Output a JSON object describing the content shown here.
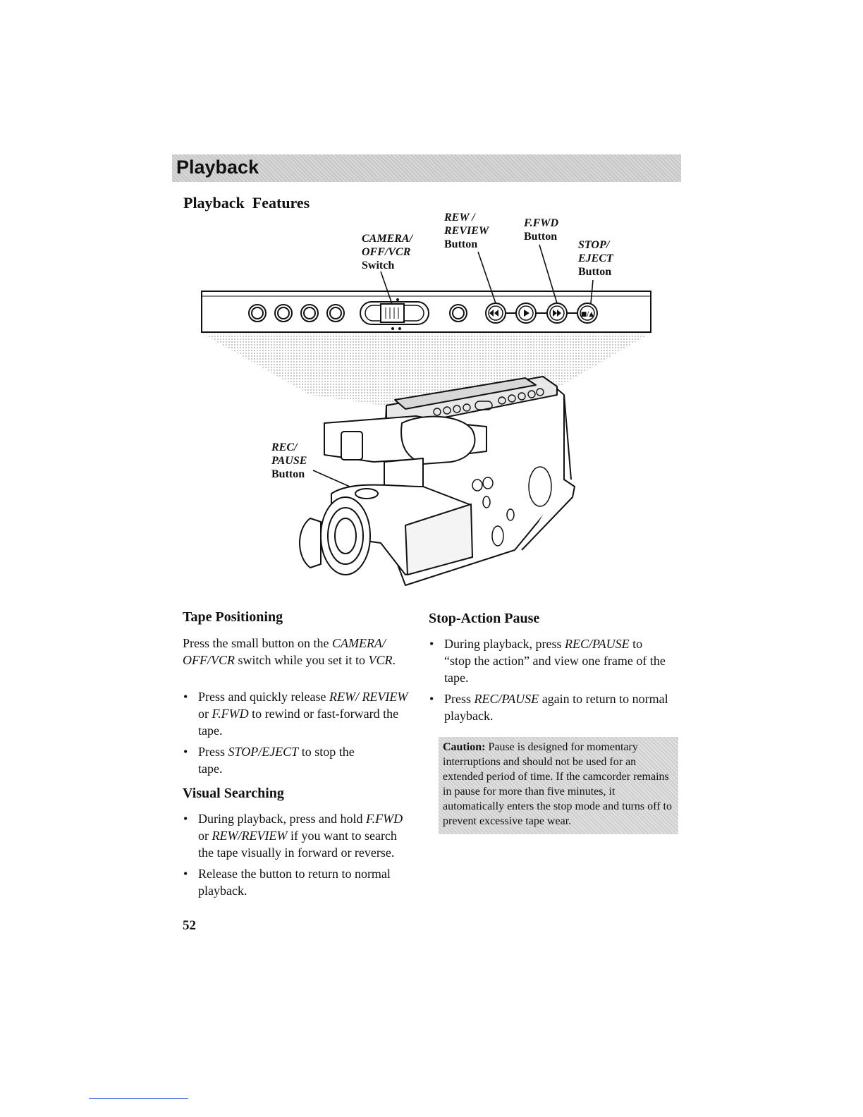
{
  "section_title": "Playback",
  "heading_features": "Playback  Features",
  "callouts": {
    "camera_switch": {
      "l1": "CAMERA/",
      "l2": "OFF/VCR",
      "l3": "Switch"
    },
    "rew": {
      "l1": "REW /",
      "l2": "REVIEW",
      "l3": "Button"
    },
    "ffwd": {
      "l1": "F.FWD",
      "l2": "Button"
    },
    "stop": {
      "l1": "STOP/",
      "l2": "EJECT",
      "l3": "Button"
    },
    "rec": {
      "l1": "REC/",
      "l2": "PAUSE",
      "l3": "Button"
    }
  },
  "control_symbols": {
    "stop_eject": "■/▲"
  },
  "tape_positioning": {
    "heading": "Tape Positioning",
    "intro_a": "Press the small button on the ",
    "intro_b": "CAMERA/ OFF/VCR",
    "intro_c": " switch while you set it to ",
    "intro_d": "VCR",
    "intro_e": ".",
    "b1_a": "Press and quickly release ",
    "b1_b": "REW/ REVIEW",
    "b1_c": " or ",
    "b1_d": "F.FWD",
    "b1_e": " to rewind or fast-forward the tape.",
    "b2_a": "Press ",
    "b2_b": "STOP/EJECT",
    "b2_c": " to stop the tape."
  },
  "visual_searching": {
    "heading": "Visual Searching",
    "b1_a": "During playback, press and hold ",
    "b1_b": "F.FWD",
    "b1_c": " or ",
    "b1_d": "REW/REVIEW",
    "b1_e": " if you want to search the tape visually in forward or reverse.",
    "b2": "Release the button to return to normal playback."
  },
  "stop_action": {
    "heading": "Stop-Action Pause",
    "b1_a": "During playback, press ",
    "b1_b": "REC/PAUSE",
    "b1_c": "  to “stop the action” and view one frame of the tape.",
    "b2_a": "Press ",
    "b2_b": "REC/PAUSE",
    "b2_c": " again to return to normal playback."
  },
  "caution": {
    "label": "Caution:",
    "text": " Pause is designed for momentary interruptions and should not be used for an extended period of time.  If the camcorder remains in pause for more than five minutes, it automatically enters the stop mode and turns off to prevent excessive tape wear."
  },
  "page_number": "52"
}
